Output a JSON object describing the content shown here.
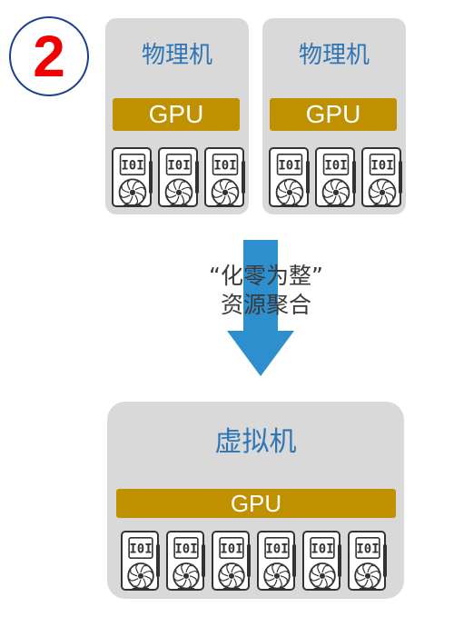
{
  "step": {
    "number": "2"
  },
  "physical_machines": [
    {
      "title": "物理机",
      "gpu_label": "GPU",
      "card_count": 3
    },
    {
      "title": "物理机",
      "gpu_label": "GPU",
      "card_count": 3
    }
  ],
  "arrow": {
    "line1": "“化零为整”",
    "line2": "资源聚合"
  },
  "virtual_machine": {
    "title": "虚拟机",
    "gpu_label": "GPU",
    "card_count": 6
  },
  "colors": {
    "badge_text": "#f00000",
    "badge_border": "#1e3f8c",
    "machine_bg": "#d9d9d9",
    "title": "#2e75b6",
    "gpu_bar": "#bf9000",
    "arrow": "#2e8fcf"
  },
  "icons": {
    "card": "gpu-card-icon",
    "arrow": "down-arrow-icon"
  }
}
